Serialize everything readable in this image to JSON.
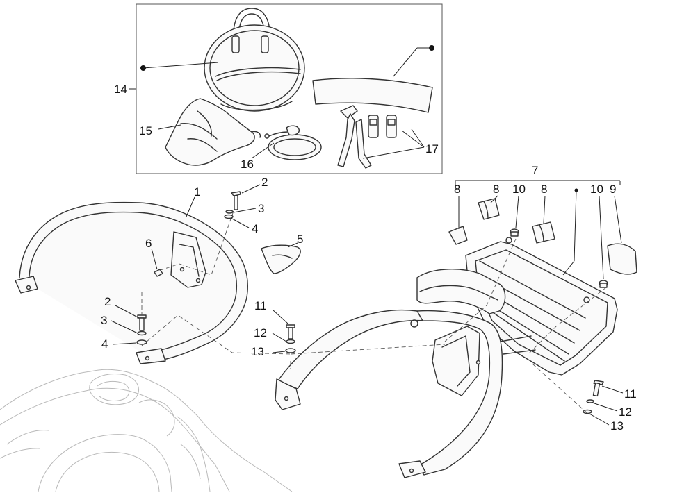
{
  "callouts": {
    "c1": "1",
    "c2a": "2",
    "c3a": "3",
    "c4a": "4",
    "c5": "5",
    "c6": "6",
    "c2b": "2",
    "c3b": "3",
    "c4b": "4",
    "c11a": "11",
    "c12a": "12",
    "c13a": "13",
    "c7": "7",
    "c8a": "8",
    "c8b": "8",
    "c10a": "10",
    "c8c": "8",
    "c10b": "10",
    "c9": "9",
    "c11b": "11",
    "c12b": "12",
    "c13b": "13",
    "c14": "14",
    "c15": "15",
    "c16": "16",
    "c17": "17"
  }
}
